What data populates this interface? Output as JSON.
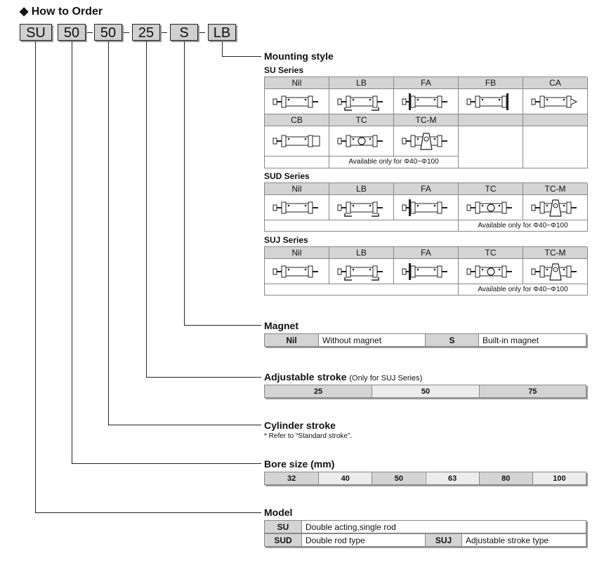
{
  "header": {
    "title": "◆ How to Order"
  },
  "code": [
    "SU",
    "50",
    "50",
    "25",
    "S",
    "LB"
  ],
  "mounting": {
    "title": "Mounting style",
    "su": {
      "title": "SU Series",
      "row1": [
        "Nil",
        "LB",
        "FA",
        "FB",
        "CA"
      ],
      "row2": [
        "CB",
        "TC",
        "TC-M",
        "",
        ""
      ],
      "note": "Available only for Φ40~Φ100"
    },
    "sud": {
      "title": "SUD Series",
      "row": [
        "Nil",
        "LB",
        "FA",
        "TC",
        "TC-M"
      ],
      "note": "Available only for Φ40~Φ100"
    },
    "suj": {
      "title": "SUJ Series",
      "row": [
        "Nil",
        "LB",
        "FA",
        "TC",
        "TC-M"
      ],
      "note": "Available only for Φ40~Φ100"
    }
  },
  "magnet": {
    "title": "Magnet",
    "nil_key": "Nil",
    "nil_val": "Without magnet",
    "s_key": "S",
    "s_val": "Built-in magnet"
  },
  "adjustable": {
    "title": "Adjustable stroke",
    "note": "(Only for SUJ Series)",
    "values": [
      "25",
      "50",
      "75"
    ]
  },
  "stroke": {
    "title": "Cylinder stroke",
    "note": "* Refer to “Standard stroke”."
  },
  "bore": {
    "title": "Bore size (mm)",
    "values": [
      "32",
      "40",
      "50",
      "63",
      "80",
      "100"
    ]
  },
  "model": {
    "title": "Model",
    "su_key": "SU",
    "su_val": "Double acting,single rod",
    "sud_key": "SUD",
    "sud_val": "Double rod type",
    "suj_key": "SUJ",
    "suj_val": "Adjustable stroke type"
  }
}
